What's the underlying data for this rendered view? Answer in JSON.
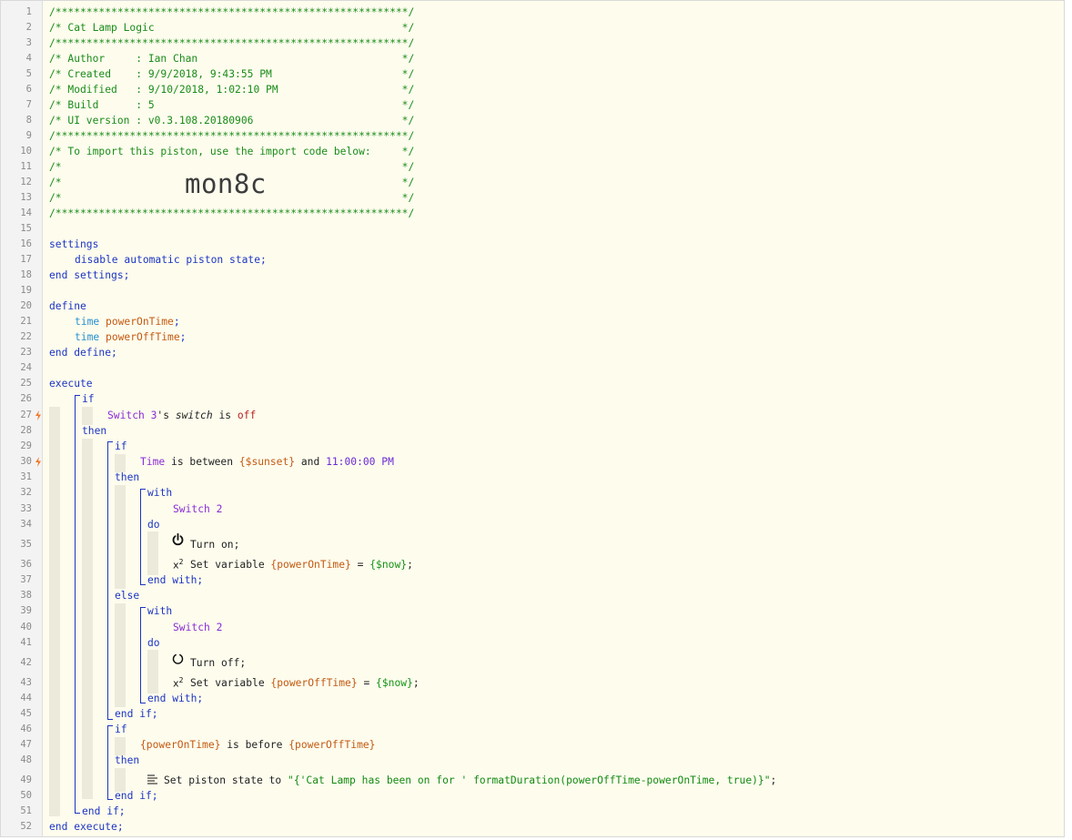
{
  "lines": [
    "/*********************************************************/",
    "/* Cat Lamp Logic                                        */",
    "/*********************************************************/",
    "/* Author     : Ian Chan                                 */",
    "/* Created    : 9/9/2018, 9:43:55 PM                     */",
    "/* Modified   : 9/10/2018, 1:02:10 PM                    */",
    "/* Build      : 5                                        */",
    "/* UI version : v0.3.108.20180906                        */",
    "/*********************************************************/",
    "/* To import this piston, use the import code below:     */",
    "/*                                                       */",
    "/*                                                       */",
    "/*                                                       */",
    "/*********************************************************/"
  ],
  "import_code": "mon8c",
  "line_numbers": [
    "1",
    "2",
    "3",
    "4",
    "5",
    "6",
    "7",
    "8",
    "9",
    "10",
    "11",
    "12",
    "13",
    "14",
    "15",
    "16",
    "17",
    "18",
    "19",
    "20",
    "21",
    "22",
    "23",
    "24",
    "25",
    "26",
    "27",
    "28",
    "29",
    "30",
    "31",
    "32",
    "33",
    "34",
    "35",
    "36",
    "37",
    "38",
    "39",
    "40",
    "41",
    "42",
    "43",
    "44",
    "45",
    "46",
    "47",
    "48",
    "49",
    "50",
    "51",
    "52"
  ],
  "code": {
    "settings": "settings",
    "disable_state": "disable automatic piston state;",
    "end_settings": "end settings;",
    "define": "define",
    "time1": "time",
    "var1": "powerOnTime",
    "semi": ";",
    "time2": "time",
    "var2": "powerOffTime",
    "end_define": "end define;",
    "execute": "execute",
    "if1": "if",
    "switch3": "Switch 3",
    "apos_s": "'s ",
    "switch_attr": "switch",
    "is": " is ",
    "off_val": "off",
    "then1": "then",
    "if2": "if",
    "time_dev": "Time",
    "is_between": " is between ",
    "sunset": "{$sunset}",
    "and": " and ",
    "eleven_pm": "11:00:00 PM",
    "then2": "then",
    "with1": "with",
    "switch2a": "Switch 2",
    "do1": "do",
    "turn_on": "Turn on;",
    "set_var": "Set variable ",
    "pon_expr": "{powerOnTime}",
    "eq": " = ",
    "now1": "{$now}",
    "end_with1": "end with;",
    "else": "else",
    "with2": "with",
    "switch2b": "Switch 2",
    "do2": "do",
    "turn_off": "Turn off;",
    "set_var2": "Set variable ",
    "poff_expr": "{powerOffTime}",
    "eq2": " = ",
    "now2": "{$now}",
    "end_with2": "end with;",
    "end_if2": "end if;",
    "if3": "if",
    "pon_cond": "{powerOnTime}",
    "is_before": " is before ",
    "poff_cond": "{powerOffTime}",
    "then3": "then",
    "set_state": "Set piston state to ",
    "state_str": "\"{'Cat Lamp has been on for ' formatDuration(powerOffTime-powerOnTime, true)}\"",
    "end_if3": "end if;",
    "end_if1": "end if;",
    "end_execute": "end execute;"
  },
  "icons": {
    "trigger": "lightning-bolt-icon",
    "power_on": "power-icon",
    "power_off": "power-off-icon",
    "variable": "x-squared-icon",
    "state": "list-lines-icon"
  },
  "colors": {
    "background": "#fdfced",
    "comment": "#1a8c1a",
    "keyword": "#1c34c4",
    "variable": "#c45a12",
    "device": "#8a2bd6",
    "trigger": "#f0782a"
  }
}
